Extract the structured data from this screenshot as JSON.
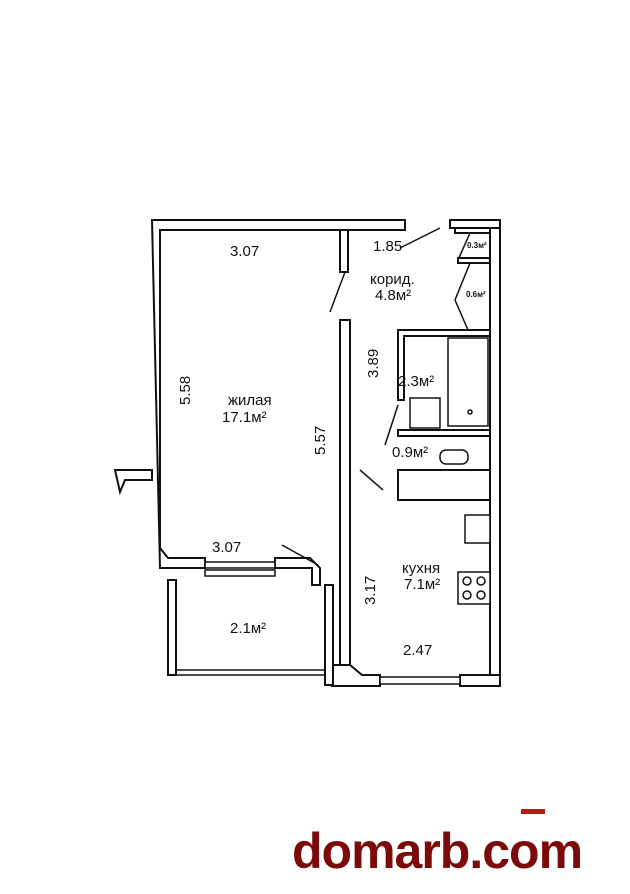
{
  "rooms": {
    "living": {
      "name": "жилая",
      "area": "17.1м²"
    },
    "corridor": {
      "name": "корид.",
      "area": "4.8м²"
    },
    "bathroom": {
      "area": "2.3м²"
    },
    "toilet": {
      "area": "0.9м²"
    },
    "kitchen": {
      "name": "кухня",
      "area": "7.1м²"
    },
    "balcony": {
      "area": "2.1м²"
    },
    "closet1": {
      "area": "0.3м²"
    },
    "closet2": {
      "area": "0.6м²"
    }
  },
  "dimensions": {
    "living_top": "3.07",
    "living_bottom": "3.07",
    "living_left": "5.58",
    "living_right": "5.57",
    "corridor_width": "1.85",
    "corridor_length": "3.89",
    "kitchen_length": "3.17",
    "kitchen_width": "2.47"
  },
  "watermark": {
    "text": "domarb.com",
    "color": "#7d0a0a"
  }
}
